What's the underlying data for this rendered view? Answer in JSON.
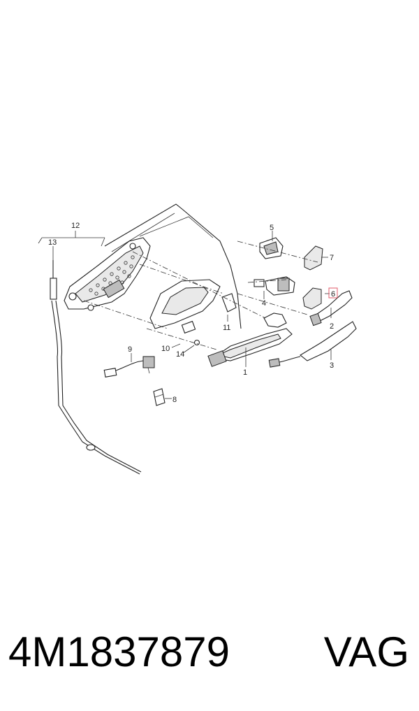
{
  "diagram": {
    "callouts": {
      "c1": "1",
      "c2": "2",
      "c3": "3",
      "c4": "4",
      "c5": "5",
      "c6": "6",
      "c7": "7",
      "c8": "8",
      "c9": "9",
      "c10": "10",
      "c11": "11",
      "c12": "12",
      "c13": "13",
      "c14": "14"
    },
    "highlighted_callout": "6",
    "highlight_color": "#e05a6a"
  },
  "footer": {
    "part_number": "4M1837879",
    "brand": "VAG"
  }
}
